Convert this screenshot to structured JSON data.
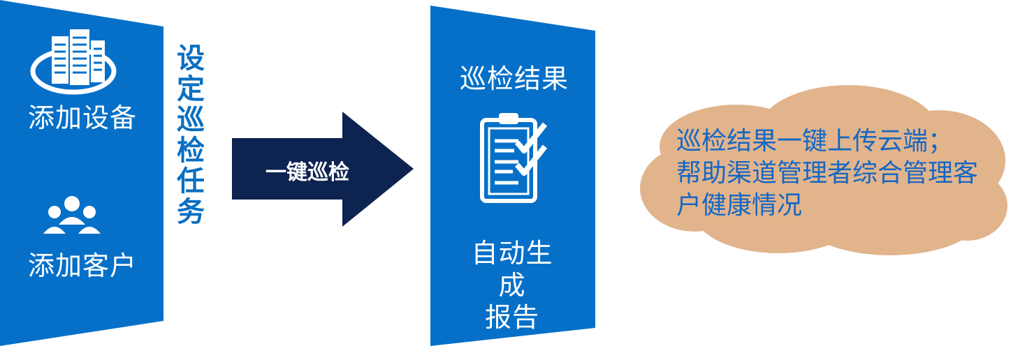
{
  "left_panel": {
    "device_label": "添加设备",
    "device_icon": "server-building-icon",
    "customer_label": "添加客户",
    "customer_icon": "users-group-icon"
  },
  "task_title": "设定巡检任务",
  "arrow": {
    "label": "一键巡检"
  },
  "right_panel": {
    "title": "巡检结果",
    "icon": "checklist-clipboard-icon",
    "report_label": "自动生成\n报告"
  },
  "cloud": {
    "text": "巡检结果一键上传云端；\n帮助渠道管理者综合管理客\n户健康情况"
  },
  "colors": {
    "panel_blue": "#0670c8",
    "arrow_navy": "#0d2350",
    "title_blue": "#0b6fc1",
    "cloud_fill": "#e2b48c",
    "cloud_text": "#1467c4"
  }
}
